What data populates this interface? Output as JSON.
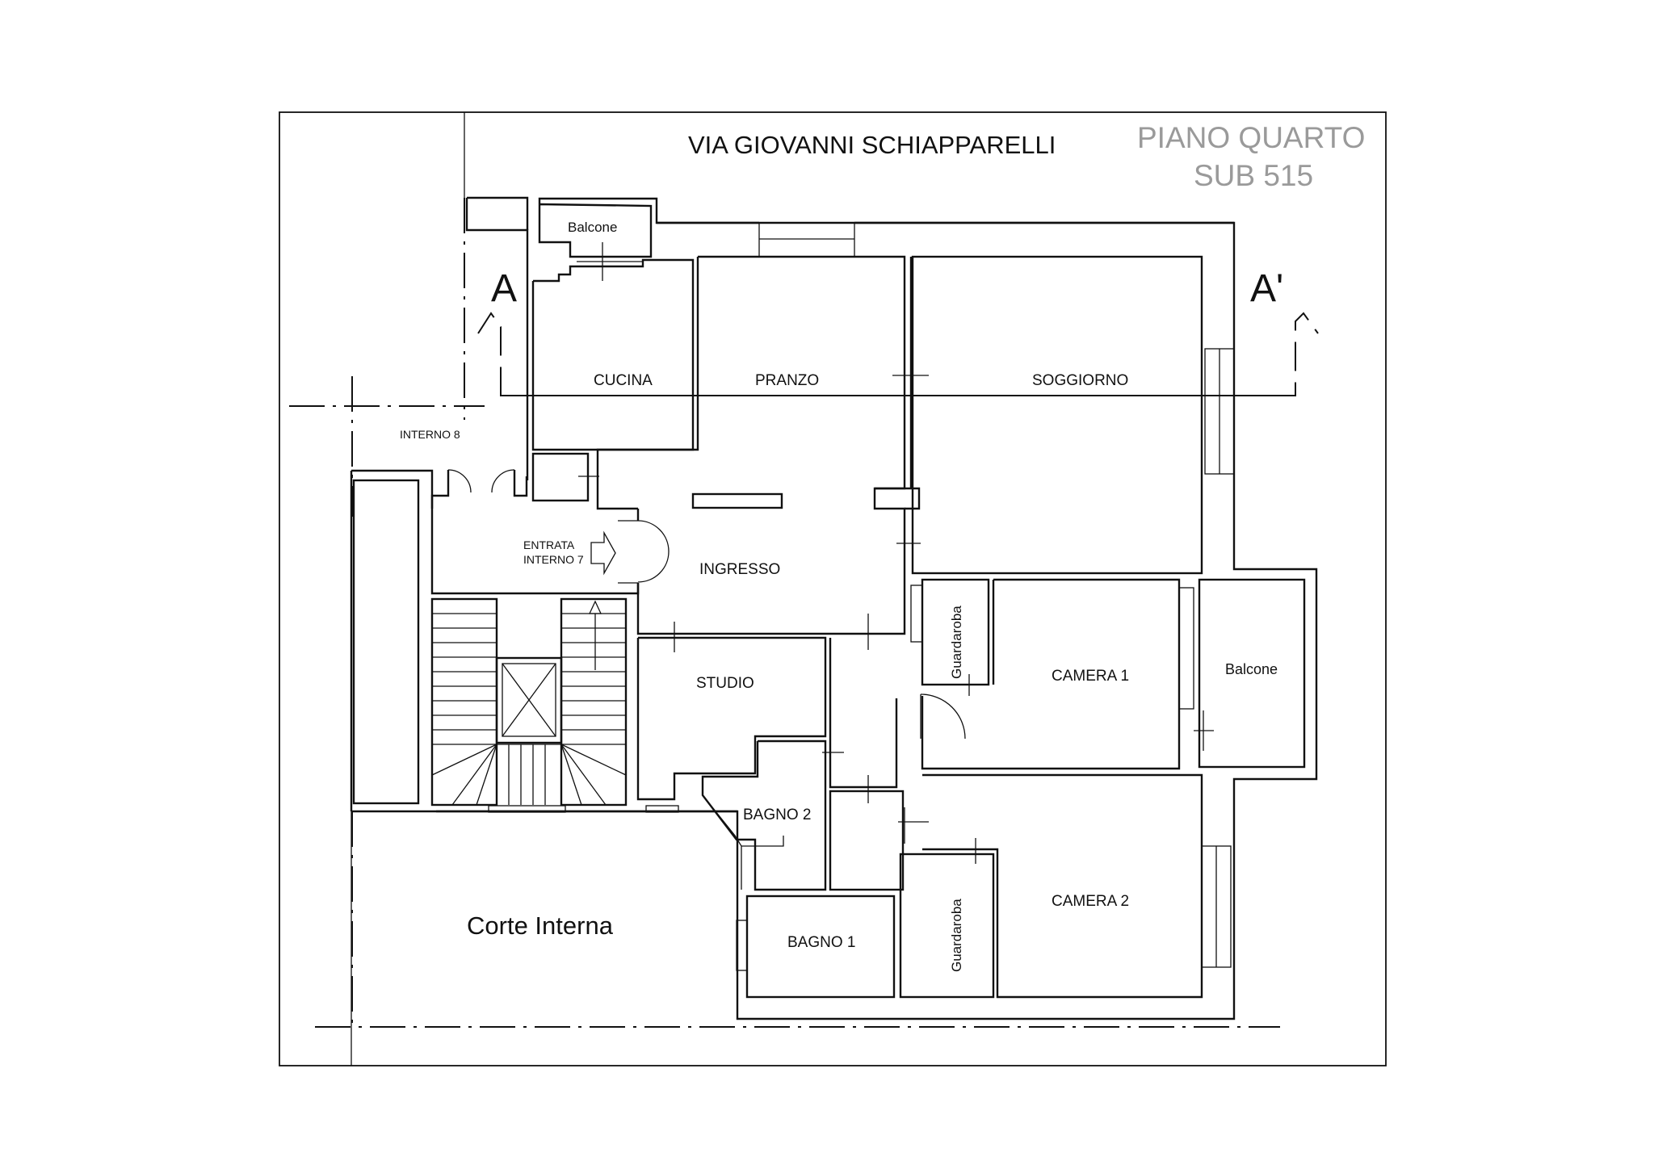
{
  "header": {
    "street": "VIA GIOVANNI SCHIAPPARELLI",
    "floor": "PIANO QUARTO",
    "sub": "SUB 515"
  },
  "section_marks": {
    "left": "A",
    "right": "A'"
  },
  "rooms": {
    "balcone_top": "Balcone",
    "cucina": "CUCINA",
    "pranzo": "PRANZO",
    "soggiorno": "SOGGIORNO",
    "interno_8": "INTERNO 8",
    "entrata_line1": "ENTRATA",
    "entrata_line2": "INTERNO 7",
    "ingresso": "INGRESSO",
    "studio": "STUDIO",
    "guardaroba_1": "Guardaroba",
    "camera_1": "CAMERA 1",
    "balcone_right": "Balcone",
    "bagno_2": "BAGNO 2",
    "camera_2": "CAMERA 2",
    "guardaroba_2": "Guardaroba",
    "bagno_1": "BAGNO 1",
    "corte_interna": "Corte Interna"
  }
}
